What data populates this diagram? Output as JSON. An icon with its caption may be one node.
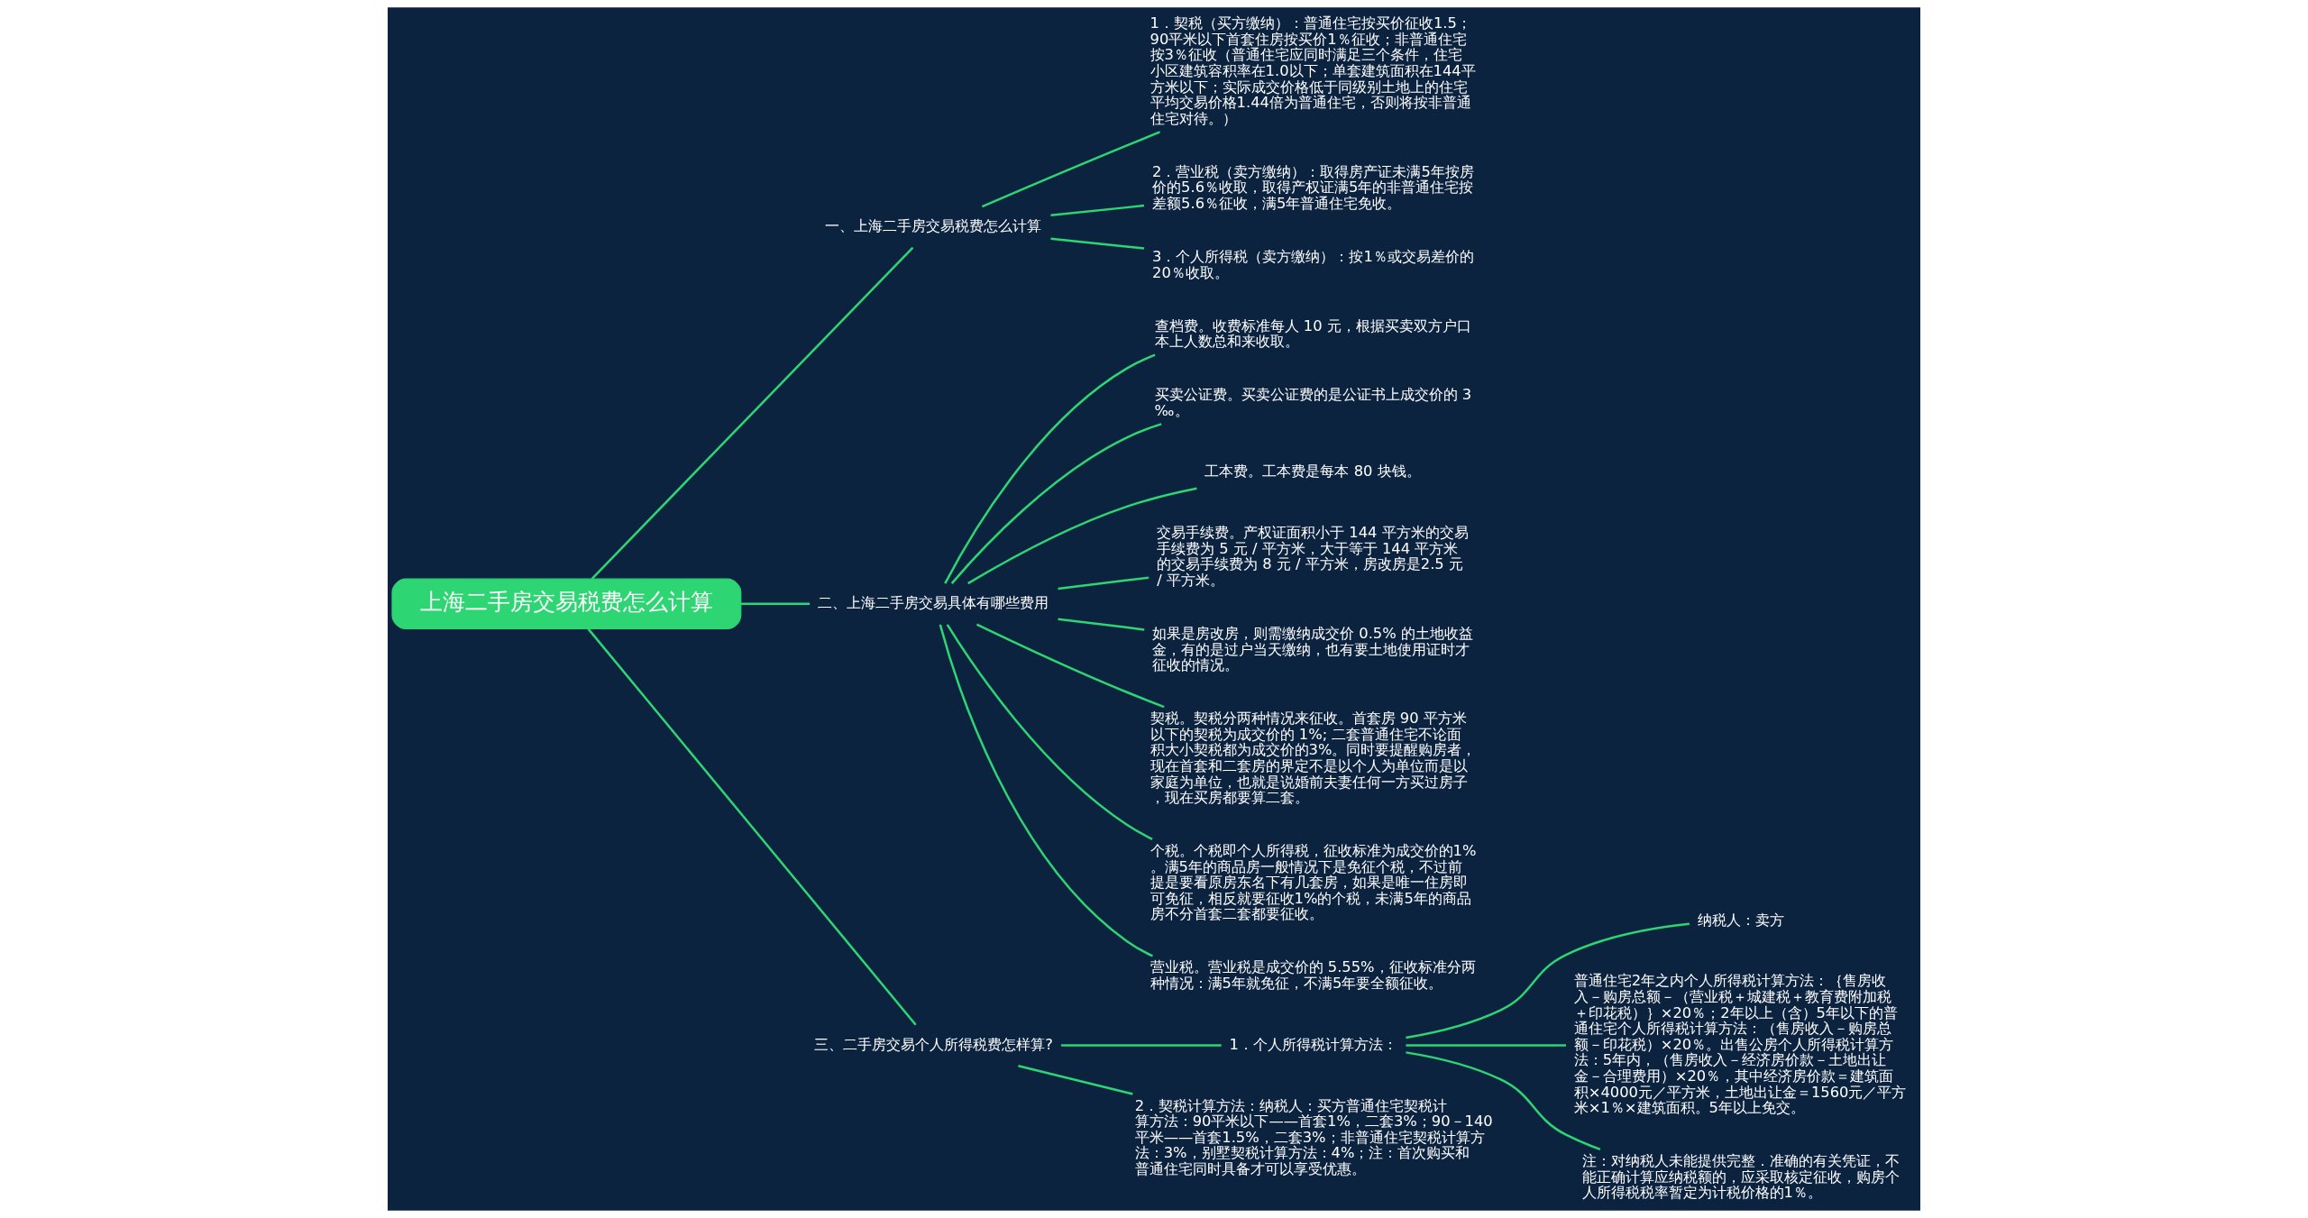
{
  "diagram": {
    "nodes": [
      {
        "text": [
          "上海二手房交易税费怎么计算"
        ]
      },
      {
        "text": [
          "一、上海二手房交易税费怎么计算"
        ]
      },
      {
        "text": [
          "1．契税（买方缴纳）：普通住宅按买价征收1.5；90平米以下首套住房按买价1％征收；非普通住宅按3％征收（普通住宅应同时满足三个条件，住宅小区建筑容积率在1.0以下；单套建筑面积在144平方米以下；实际成交价格低于同级别土地上的住宅平均交易价格1.44倍为普通住宅，否则将按非普通住宅对待。）"
        ]
      },
      {
        "text": [
          "2．营业税（卖方缴纳）：取得房产证未满5年按房价的5.6％收取，取得产权证满5年的非普通住宅按差额5.6％征收，满5年普通住宅免收。"
        ]
      },
      {
        "text": [
          "3．个人所得税（卖方缴纳）：按1％或交易差价的20％收取。"
        ]
      },
      {
        "text": [
          "二、上海二手房交易具体有哪些费用"
        ]
      },
      {
        "text": [
          "查档费。收费标准每人 10 元，根据买卖双方户口本上人数总和来收取。"
        ]
      },
      {
        "text": [
          "买卖公证费。买卖公证费的是公证书上成交价的 3 ‰。"
        ]
      },
      {
        "text": [
          "工本费。工本费是每本 80 块钱。"
        ]
      },
      {
        "text": [
          "交易手续费。产权证面积小于 144 平方米的交易手续费为 5 元 / 平方米，大于等于 144 平方米的交易手续费为 8 元 / 平方米，房改房是2.5 元 / 平方米。"
        ]
      },
      {
        "text": [
          "如果是房改房，则需缴纳成交价 0.5% 的土地收益金，有的是过户当天缴纳，也有要土地使用证时才征收的情况。"
        ]
      },
      {
        "text": [
          "契税。契税分两种情况来征收。首套房 90 平方米以下的契税为成交价的 1%; 二套普通住宅不论面积大小契税都为成交价的3%。同时要提醒购房者，现在首套和二套房的界定不是以个人为单位而是以家庭为单位，也就是说婚前夫妻任何一方买过房子，现在买房都要算二套。"
        ]
      },
      {
        "text": [
          "个税。个税即个人所得税，征收标准为成交价的1%。满5年的商品房一般情况下是免征个税，不过前提是要看原房东名下有几套房，如果是唯一住房即可免征，相反就要征收1%的个税，未满5年的商品房不分首套二套都要征收。"
        ]
      },
      {
        "text": [
          "营业税。营业税是成交价的 5.55%，征收标准分两种情况：满5年就免征，不满5年要全额征收。"
        ]
      },
      {
        "text": [
          "三、二手房交易个人所得税费怎样算?"
        ]
      },
      {
        "text": [
          "1．个人所得税计算方法："
        ]
      },
      {
        "text": [
          "纳税人：卖方"
        ]
      },
      {
        "text": [
          "普通住宅2年之内个人所得税计算方法：｛售房收入－购房总额－（营业税＋城建税＋教育费附加税＋印花税）｝×20％；2年以上（含）5年以下的普通住宅个人所得税计算方法：（售房收入－购房总额－印花税）×20％。出售公房个人所得税计算方法：5年内，（售房收入－经济房价款－土地出让金－合理费用）×20％，其中经济房价款＝建筑面积×4000元／平方米，土地出让金＝1560元／平方米×1％×建筑面积。5年以上免交。"
        ]
      },
      {
        "text": [
          "注：对纳税人未能提供完整．准确的有关凭证，不能正确计算应纳税额的，应采取核定征收，购房个人所得税税率暂定为计税价格的1％。"
        ]
      },
      {
        "text": [
          "2．契税计算方法：纳税人：买方普通住宅契税计算方法：90平米以下——首套1%，二套3%；90－140平米——首套1.5%，二套3%；非普通住宅契税计算方法：3%，别墅契税计算方法：4%；注：首次购买和普通住宅同时具备才可以享受优惠。"
        ]
      }
    ],
    "edges": [
      {
        "from": 0,
        "to": 1,
        "arrow": "none"
      },
      {
        "from": 1,
        "to": 2,
        "arrow": "none"
      },
      {
        "from": 1,
        "to": 3,
        "arrow": "none"
      },
      {
        "from": 1,
        "to": 4,
        "arrow": "none"
      },
      {
        "from": 0,
        "to": 5,
        "arrow": "none"
      },
      {
        "from": 5,
        "to": 6,
        "arrow": "none"
      },
      {
        "from": 5,
        "to": 7,
        "arrow": "none"
      },
      {
        "from": 5,
        "to": 8,
        "arrow": "none"
      },
      {
        "from": 5,
        "to": 9,
        "arrow": "none"
      },
      {
        "from": 5,
        "to": 10,
        "arrow": "none"
      },
      {
        "from": 5,
        "to": 11,
        "arrow": "none"
      },
      {
        "from": 5,
        "to": 12,
        "arrow": "none"
      },
      {
        "from": 5,
        "to": 13,
        "arrow": "none"
      },
      {
        "from": 0,
        "to": 14,
        "arrow": "none"
      },
      {
        "from": 14,
        "to": 15,
        "arrow": "none"
      },
      {
        "from": 15,
        "to": 16,
        "arrow": "none"
      },
      {
        "from": 15,
        "to": 17,
        "arrow": "none"
      },
      {
        "from": 15,
        "to": 18,
        "arrow": "none"
      },
      {
        "from": 14,
        "to": 19,
        "arrow": "none"
      }
    ]
  }
}
